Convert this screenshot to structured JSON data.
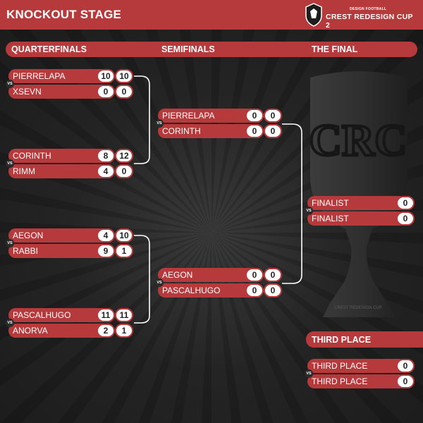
{
  "header": {
    "title": "KNOCKOUT STAGE",
    "brand_small": "DESIGN FOOTBALL",
    "brand_name": "CREST REDESIGN CUP 2"
  },
  "trophy": {
    "monogram": "CRC",
    "engraving": "CREST REDESIGN CUP"
  },
  "rounds": {
    "quarterfinals": "QUARTERFINALS",
    "semifinals": "SEMIFINALS",
    "final": "THE FINAL"
  },
  "vs": "VS",
  "quarterfinals": [
    {
      "team1": {
        "name": "PIERRELAPA",
        "leg1": "10",
        "leg2": "10"
      },
      "team2": {
        "name": "XSEVN",
        "leg1": "0",
        "leg2": "0"
      }
    },
    {
      "team1": {
        "name": "CORINTH",
        "leg1": "8",
        "leg2": "12"
      },
      "team2": {
        "name": "RIMM",
        "leg1": "4",
        "leg2": "0"
      }
    },
    {
      "team1": {
        "name": "AEGON",
        "leg1": "4",
        "leg2": "10"
      },
      "team2": {
        "name": "RABBI",
        "leg1": "9",
        "leg2": "1"
      }
    },
    {
      "team1": {
        "name": "PASCALHUGO",
        "leg1": "11",
        "leg2": "11"
      },
      "team2": {
        "name": "ANORVA",
        "leg1": "2",
        "leg2": "1"
      }
    }
  ],
  "semifinals": [
    {
      "team1": {
        "name": "PIERRELAPA",
        "leg1": "0",
        "leg2": "0"
      },
      "team2": {
        "name": "CORINTH",
        "leg1": "0",
        "leg2": "0"
      }
    },
    {
      "team1": {
        "name": "AEGON",
        "leg1": "0",
        "leg2": "0"
      },
      "team2": {
        "name": "PASCALHUGO",
        "leg1": "0",
        "leg2": "0"
      }
    }
  ],
  "final": {
    "team1": {
      "name": "FINALIST",
      "score": "0"
    },
    "team2": {
      "name": "FINALIST",
      "score": "0"
    }
  },
  "third_place": {
    "label": "THIRD PLACE",
    "team1": {
      "name": "THIRD PLACE",
      "score": "0"
    },
    "team2": {
      "name": "THIRD PLACE",
      "score": "0"
    }
  },
  "colors": {
    "accent": "#b63a3c",
    "background": "#222222"
  }
}
